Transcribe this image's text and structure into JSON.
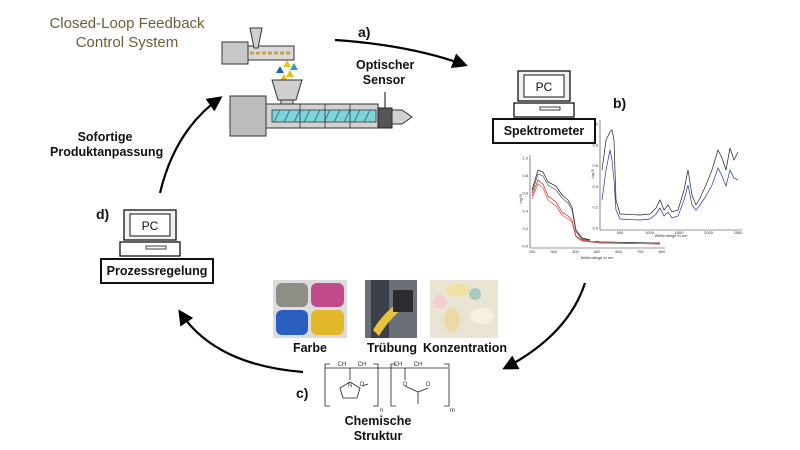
{
  "title": "Closed-Loop Feedback\nControl System",
  "title_color": "#6b5f3a",
  "steps": {
    "a": "a)",
    "b": "b)",
    "c": "c)",
    "d": "d)"
  },
  "sensor_label": "Optischer\nSensor",
  "spectrometer": {
    "pc_label": "PC",
    "box_label": "Spektrometer"
  },
  "process_control": {
    "pc_label": "PC",
    "box_label": "Prozessregelung"
  },
  "adjustment_label": "Sofortige\nProduktanpassung",
  "properties": {
    "color": "Farbe",
    "turbidity": "Trübung",
    "concentration": "Konzentration",
    "structure": "Chemische\nStruktur"
  },
  "chemical_structure": {
    "subscript_n": "n",
    "subscript_m": "m",
    "atoms": [
      "CH",
      "CH",
      "CH",
      "CH",
      "N",
      "O",
      "O",
      "O"
    ]
  },
  "spectrum_left": {
    "xlabel": "Wellenlänge in nm",
    "ylabel": "- log R",
    "x_ticks": [
      "200",
      "300",
      "400",
      "500",
      "600",
      "700",
      "800"
    ],
    "y_ticks": [
      "0.0",
      "0.2",
      "0.4",
      "0.6",
      "0.8",
      "1.0"
    ]
  },
  "spectrum_right": {
    "xlabel": "Wellenlänge in nm",
    "ylabel": "- log R",
    "x_ticks": [
      "500",
      "1000",
      "1500",
      "2000",
      "2500"
    ],
    "y_ticks": [
      "0.0",
      "0.2",
      "0.4",
      "0.6",
      "0.8",
      "1.0"
    ]
  },
  "colors": {
    "arrow": "#000000",
    "spectrum_black": "#222222",
    "spectrum_red": "#cc2222",
    "spectrum_blue": "#2233aa",
    "extruder_screw": "#7fd4d8",
    "granule_yellow": "#e8c21a",
    "granule_blue": "#2a5fc0"
  }
}
